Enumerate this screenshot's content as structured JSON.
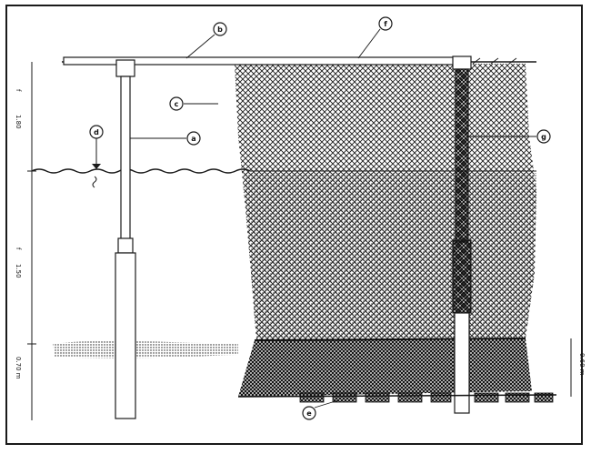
{
  "callouts": {
    "a": "a",
    "b": "b",
    "c": "c",
    "d": "d",
    "e": "e",
    "f": "f",
    "g": "g"
  },
  "dimensions": {
    "upper": "1.80",
    "middle": "1.50",
    "lower": "0.70 m",
    "right": "0.60 m",
    "upper_mark": "f",
    "middle_mark": "f"
  },
  "colors": {
    "ink": "#1a1a1a",
    "paper": "#ffffff"
  }
}
